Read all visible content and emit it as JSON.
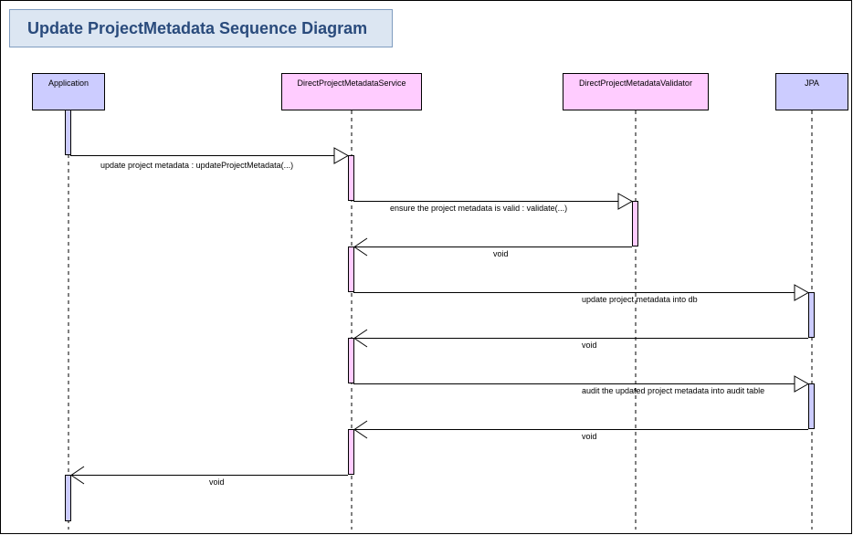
{
  "title": "Update ProjectMetadata Sequence Diagram",
  "colors": {
    "frame": "#000000",
    "title_fill": "#dce6f2",
    "title_border": "#7f9cbf",
    "title_text": "#2a4b7c",
    "lifeline_blue": "#ccccff",
    "lifeline_pink": "#ffccff",
    "line": "#000000"
  },
  "lifelines": [
    {
      "id": "app",
      "label": "Application",
      "color": "blue"
    },
    {
      "id": "svc",
      "label": "DirectProjectMetadataService",
      "color": "pink"
    },
    {
      "id": "val",
      "label": "DirectProjectMetadataValidator",
      "color": "pink"
    },
    {
      "id": "jpa",
      "label": "JPA",
      "color": "blue"
    }
  ],
  "messages": [
    {
      "from": "app",
      "to": "svc",
      "label": "update project metadata : updateProjectMetadata(...)",
      "kind": "call"
    },
    {
      "from": "svc",
      "to": "val",
      "label": "ensure the project metadata is valid : validate(...)",
      "kind": "call"
    },
    {
      "from": "val",
      "to": "svc",
      "label": "void",
      "kind": "return"
    },
    {
      "from": "svc",
      "to": "jpa",
      "label": "update project metadata into db",
      "kind": "call"
    },
    {
      "from": "jpa",
      "to": "svc",
      "label": "void",
      "kind": "return"
    },
    {
      "from": "svc",
      "to": "jpa",
      "label": "audit the updated project metadata into audit table",
      "kind": "call"
    },
    {
      "from": "jpa",
      "to": "svc",
      "label": "void",
      "kind": "return"
    },
    {
      "from": "svc",
      "to": "app",
      "label": "void",
      "kind": "return"
    }
  ]
}
